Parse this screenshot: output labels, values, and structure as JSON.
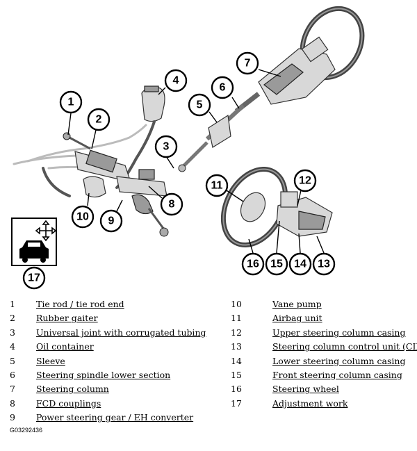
{
  "callouts": [
    "1",
    "2",
    "3",
    "4",
    "5",
    "6",
    "7",
    "8",
    "9",
    "10",
    "11",
    "12",
    "13",
    "14",
    "15",
    "16",
    "17"
  ],
  "legend": {
    "left": [
      {
        "num": "1",
        "text": "Tie rod / tie rod end"
      },
      {
        "num": "2",
        "text": "Rubber gaiter"
      },
      {
        "num": "3",
        "text": "Universal joint with corrugated tubing"
      },
      {
        "num": "4",
        "text": "Oil container"
      },
      {
        "num": "5",
        "text": "Sleeve"
      },
      {
        "num": "6",
        "text": "Steering spindle lower section"
      },
      {
        "num": "7",
        "text": "Steering column"
      },
      {
        "num": "8",
        "text": "FCD couplings"
      },
      {
        "num": "9",
        "text": "Power steering gear / EH converter"
      }
    ],
    "right": [
      {
        "num": "10",
        "text": "Vane pump"
      },
      {
        "num": "11",
        "text": "Airbag unit"
      },
      {
        "num": "12",
        "text": "Upper steering column casing"
      },
      {
        "num": "13",
        "text": "Steering column control unit (CIM)"
      },
      {
        "num": "14",
        "text": "Lower steering column casing"
      },
      {
        "num": "15",
        "text": "Front steering column casing"
      },
      {
        "num": "16",
        "text": "Steering wheel"
      },
      {
        "num": "17",
        "text": "Adjustment work"
      }
    ]
  },
  "figure_code": "G03292436",
  "icons": [
    "car-adjustment-icon",
    "four-way-arrow-icon"
  ]
}
